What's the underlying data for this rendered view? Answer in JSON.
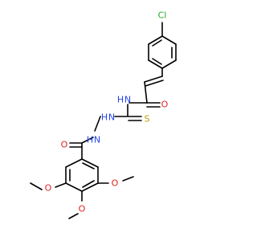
{
  "atoms": {
    "cl": {
      "text": "Cl",
      "color": "#22aa22"
    },
    "o_amide": {
      "text": "O",
      "color": "#e32222"
    },
    "n_imide": {
      "text": "N",
      "color": "#2244ee"
    },
    "h_imide": {
      "text": "H",
      "color": "#2244ee"
    },
    "s": {
      "text": "S",
      "color": "#b8a000"
    },
    "n_hydrazide_1": {
      "text": "N",
      "color": "#2244ee"
    },
    "h_hydrazide_1": {
      "text": "H",
      "color": "#2244ee"
    },
    "n_hydrazide_2": {
      "text": "N",
      "color": "#2244ee"
    },
    "h_hydrazide_2": {
      "text": "H",
      "color": "#2244ee"
    },
    "o_benzoyl": {
      "text": "O",
      "color": "#e32222"
    },
    "o_methoxy_left": {
      "text": "O",
      "color": "#e32222"
    },
    "o_methoxy_right": {
      "text": "O",
      "color": "#e32222"
    },
    "o_methoxy_bottom": {
      "text": "O",
      "color": "#e32222"
    }
  }
}
